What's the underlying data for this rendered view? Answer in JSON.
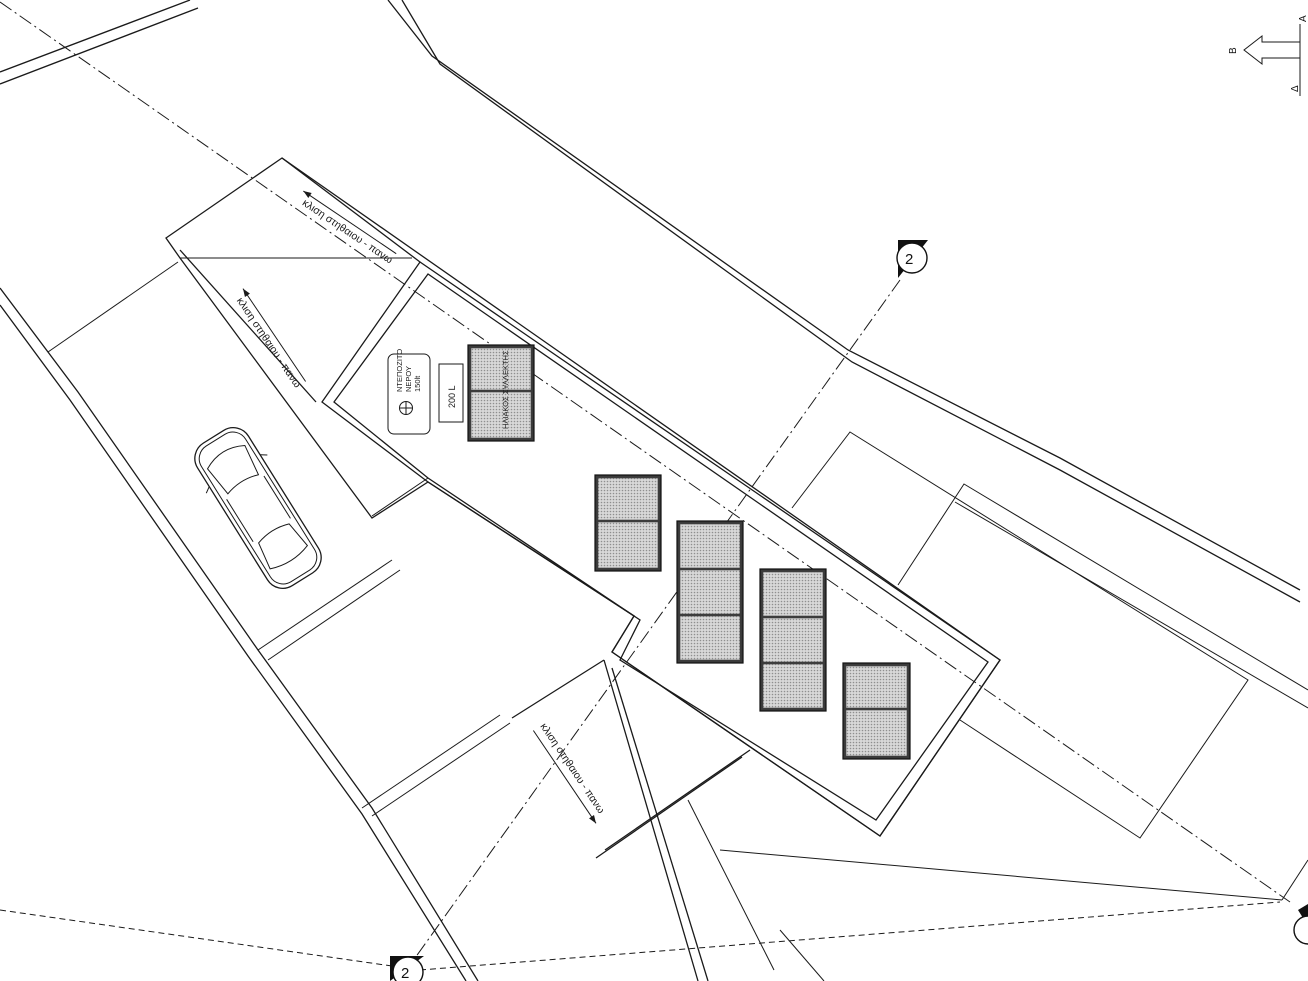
{
  "drawing": {
    "annotations": {
      "stair_top": "κλιση στηθαιου - πανω",
      "stair_left": "κλιση στηθαιου - πανω",
      "stair_bottom": "κλιση στηθαιου - πανω"
    },
    "tank_label_lines": [
      "ΝΤΕΠΟΖΙΤΟ",
      "ΝΕΡΟΥ",
      "150lt"
    ],
    "tank_capacity": "200 L",
    "panel_text": "ΗΛΙΑΚΟΣ ΣΥΛΛΕΚΤΗΣ",
    "section_marks": [
      "2",
      "2"
    ],
    "orientation_letters": [
      "Β",
      "Α",
      "Δ"
    ]
  },
  "colors": {
    "line": "#1a1a1a",
    "panel_fill": "#3a3a3a",
    "panel_dot": "#9a9a9a"
  },
  "icons": [
    "car-icon",
    "water-tank-icon",
    "section-marker-icon",
    "orientation-arrow-icon"
  ]
}
